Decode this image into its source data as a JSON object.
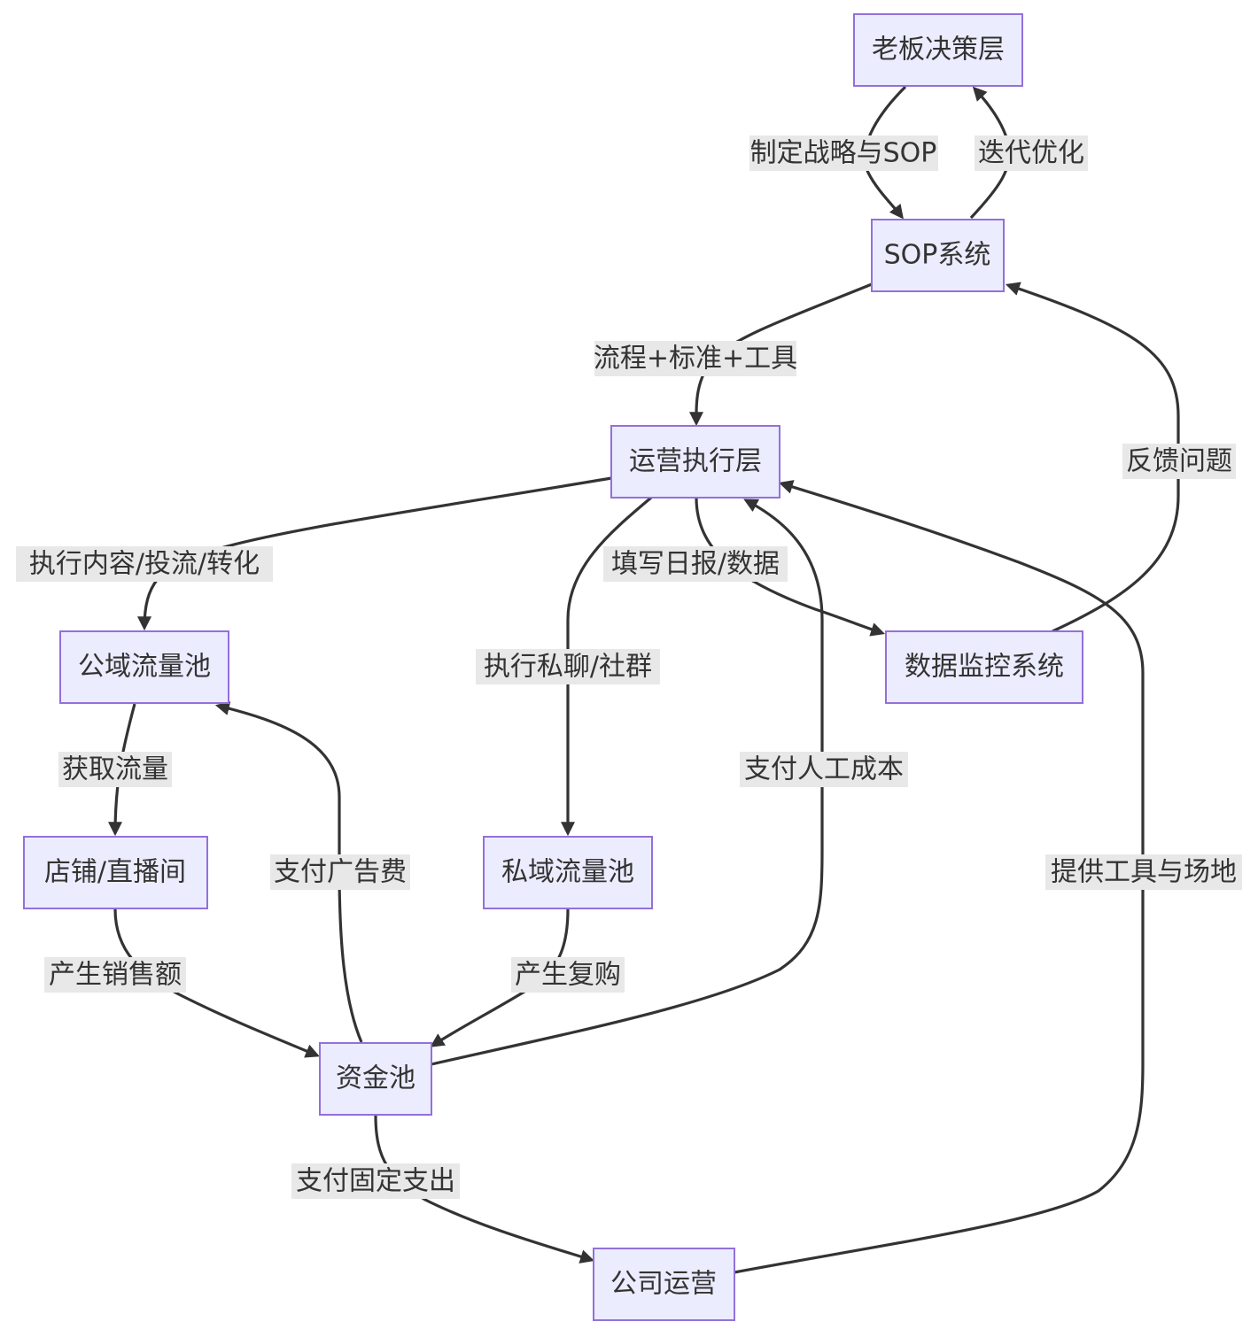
{
  "nodes": {
    "boss": "老板决策层",
    "sop": "SOP系统",
    "ops": "运营执行层",
    "public_pool": "公域流量池",
    "data_monitor": "数据监控系统",
    "store": "店铺/直播间",
    "private_pool": "私域流量池",
    "fund_pool": "资金池",
    "company_ops": "公司运营"
  },
  "edges": {
    "boss_to_sop": "制定战略与SOP",
    "sop_to_boss": "迭代优化",
    "sop_to_ops": "流程+标准+工具",
    "monitor_to_sop": "反馈问题",
    "ops_to_public": "执行内容/投流/转化",
    "ops_to_monitor": "填写日报/数据",
    "ops_to_private": "执行私聊/社群",
    "fund_to_ops": "支付人工成本",
    "public_to_store": "获取流量",
    "fund_to_public": "支付广告费",
    "company_to_ops": "提供工具与场地",
    "store_to_fund": "产生销售额",
    "private_to_fund": "产生复购",
    "fund_to_company": "支付固定支出"
  },
  "colors": {
    "node_fill": "#ECECFF",
    "node_border": "#9370DB",
    "edge": "#333333",
    "label_bg": "#E8E8E8",
    "text": "#333333"
  }
}
